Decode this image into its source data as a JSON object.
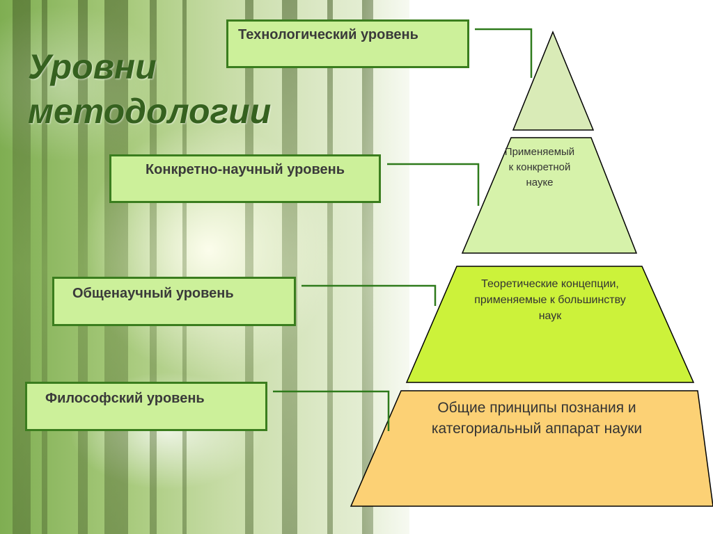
{
  "title": {
    "line1": "Уровни",
    "line2": "методологии"
  },
  "levels": {
    "technological": "Технологический уровень",
    "concrete_scientific": "Конкретно-научный уровень",
    "general_scientific": "Общенаучный уровень",
    "philosophical": "Философский уровень"
  },
  "pyramid": {
    "tier2_text": "Применяемый к конкретной науке",
    "tier3_text": "Теоретические концепции, применяемые к большинству наук",
    "tier4_text": "Общие принципы познания и категориальный аппарат науки"
  },
  "colors": {
    "tier1": "#d9ebb7",
    "tier2": "#d6f2aa",
    "tier3": "#ccf23a",
    "tier4": "#fcd175",
    "box_fill": "#ccf09a",
    "box_border": "#3a7d1e",
    "connector": "#2e7a1b",
    "title": "#35611f"
  }
}
